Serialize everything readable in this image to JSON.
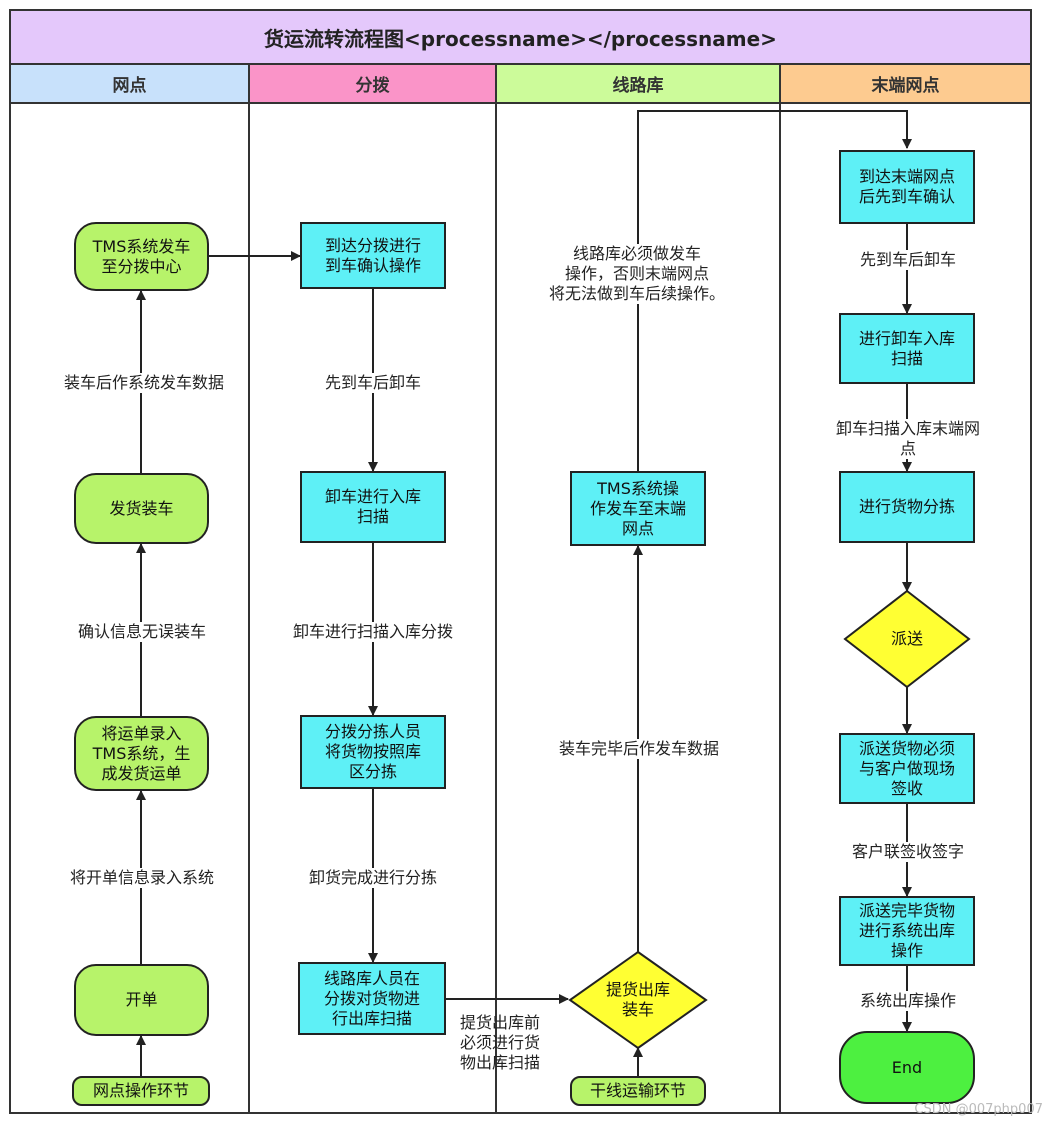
{
  "title": "货运流转流程图<processname></processname>",
  "lanes": [
    {
      "label": "网点",
      "color": "#c8e1fb"
    },
    {
      "label": "分拨",
      "color": "#fa94c8"
    },
    {
      "label": "线路库",
      "color": "#ccfb9a"
    },
    {
      "label": "末端网点",
      "color": "#fdcb90"
    }
  ],
  "colors": {
    "title_bg": "#e4c8fb",
    "green": "#b7f36a",
    "cyan": "#5ef0f6",
    "yellow": "#ffff33",
    "end": "#4df040"
  },
  "nodes": {
    "wd_tms": "TMS系统发车\n至分拨中心",
    "wd_load": "发货装车",
    "wd_waybill": "将运单录入\nTMS系统，生\n成发货运单",
    "wd_open": "开单",
    "wd_tag": "网点操作环节",
    "fb_arrive": "到达分拨进行\n到车确认操作",
    "fb_unload": "卸车进行入库\n扫描",
    "fb_sort": "分拨分拣人员\n将货物按照库\n区分拣",
    "fb_scan": "线路库人员在\n分拨对货物进\n行出库扫描",
    "xl_tms": "TMS系统操\n作发车至末端\n网点",
    "xl_pick": "提货出库\n装车",
    "xl_tag": "干线运输环节",
    "md_arrive": "到达末端网点\n后先到车确认",
    "md_unload": "进行卸车入库\n扫描",
    "md_sort": "进行货物分拣",
    "md_deliver": "派送",
    "md_sign": "派送货物必须\n与客户做现场\n签收",
    "md_out": "派送完毕货物\n进行系统出库\n操作",
    "md_end": "End"
  },
  "labels": {
    "wd_l1": "装车后作系统发车数据",
    "wd_l2": "确认信息无误装车",
    "wd_l3": "将开单信息录入系统",
    "fb_l1": "先到车后卸车",
    "fb_l2": "卸车进行扫描入库分拨",
    "fb_l3": "卸货完成进行分拣",
    "fb_l4": "提货出库前\n必须进行货\n物出库扫描",
    "xl_l1": "线路库必须做发车\n操作，否则末端网点\n将无法做到车后续操作。",
    "xl_l2": "装车完毕后作发车数据",
    "md_l1": "先到车后卸车",
    "md_l2": "卸车扫描入库末端网点",
    "md_l3": "客户联签收签字",
    "md_l4": "系统出库操作"
  },
  "watermark": "CSDN @007php007"
}
